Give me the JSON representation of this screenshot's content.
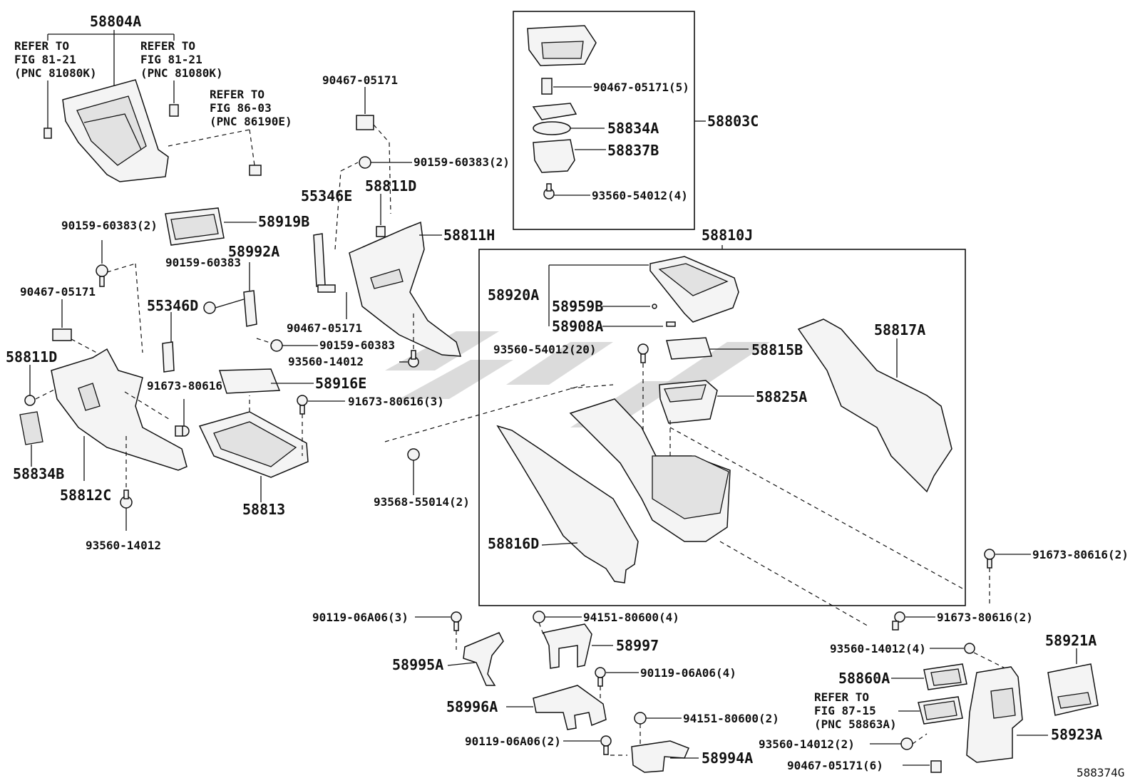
{
  "diagram": {
    "drawing_number": "588374G",
    "group_labels": [
      {
        "key": "g_58804A",
        "text": "58804A"
      },
      {
        "key": "g_58803C",
        "text": "58803C"
      },
      {
        "key": "g_58810J",
        "text": "58810J"
      }
    ],
    "references": [
      {
        "key": "ref1",
        "lines": [
          "REFER TO",
          "FIG 81-21",
          "(PNC 81080K)"
        ]
      },
      {
        "key": "ref2",
        "lines": [
          "REFER TO",
          "FIG 81-21",
          "(PNC 81080K)"
        ]
      },
      {
        "key": "ref3",
        "lines": [
          "REFER TO",
          "FIG 86-03",
          "(PNC 86190E)"
        ]
      },
      {
        "key": "ref4",
        "lines": [
          "REFER TO",
          "FIG 87-15",
          "(PNC 58863A)"
        ]
      }
    ],
    "callouts": [
      {
        "key": "c_90467_05171_a",
        "text": "90467-05171"
      },
      {
        "key": "c_90159_60383_2a",
        "text": "90159-60383(2)"
      },
      {
        "key": "c_58811D_a",
        "text": "58811D"
      },
      {
        "key": "c_55346E",
        "text": "55346E"
      },
      {
        "key": "c_58811H",
        "text": "58811H"
      },
      {
        "key": "c_90159_60383_2b",
        "text": "90159-60383(2)"
      },
      {
        "key": "c_58919B",
        "text": "58919B"
      },
      {
        "key": "c_90159_60383_a",
        "text": "90159-60383"
      },
      {
        "key": "c_58992A",
        "text": "58992A"
      },
      {
        "key": "c_90467_05171_b",
        "text": "90467-05171"
      },
      {
        "key": "c_55346D",
        "text": "55346D"
      },
      {
        "key": "c_90467_05171_c",
        "text": "90467-05171"
      },
      {
        "key": "c_90159_60383_b",
        "text": "90159-60383"
      },
      {
        "key": "c_93560_14012_a",
        "text": "93560-14012"
      },
      {
        "key": "c_58811D_b",
        "text": "58811D"
      },
      {
        "key": "c_91673_80616_a",
        "text": "91673-80616"
      },
      {
        "key": "c_58916E",
        "text": "58916E"
      },
      {
        "key": "c_91673_80616_3",
        "text": "91673-80616(3)"
      },
      {
        "key": "c_58834B",
        "text": "58834B"
      },
      {
        "key": "c_58812C",
        "text": "58812C"
      },
      {
        "key": "c_58813",
        "text": "58813"
      },
      {
        "key": "c_93568_55014_2",
        "text": "93568-55014(2)"
      },
      {
        "key": "c_93560_14012_b",
        "text": "93560-14012"
      },
      {
        "key": "c_90467_05171_5",
        "text": "90467-05171(5)"
      },
      {
        "key": "c_58834A",
        "text": "58834A"
      },
      {
        "key": "c_58837B",
        "text": "58837B"
      },
      {
        "key": "c_93560_54012_4",
        "text": "93560-54012(4)"
      },
      {
        "key": "c_58920A",
        "text": "58920A"
      },
      {
        "key": "c_58959B",
        "text": "58959B"
      },
      {
        "key": "c_58908A",
        "text": "58908A"
      },
      {
        "key": "c_93560_54012_20",
        "text": "93560-54012(20)"
      },
      {
        "key": "c_58815B",
        "text": "58815B"
      },
      {
        "key": "c_58825A",
        "text": "58825A"
      },
      {
        "key": "c_58817A",
        "text": "58817A"
      },
      {
        "key": "c_58816D",
        "text": "58816D"
      },
      {
        "key": "c_91673_80616_2a",
        "text": "91673-80616(2)"
      },
      {
        "key": "c_91673_80616_2b",
        "text": "91673-80616(2)"
      },
      {
        "key": "c_90119_06A06_3",
        "text": "90119-06A06(3)"
      },
      {
        "key": "c_94151_80600_4",
        "text": "94151-80600(4)"
      },
      {
        "key": "c_58997",
        "text": "58997"
      },
      {
        "key": "c_58995A",
        "text": "58995A"
      },
      {
        "key": "c_90119_06A06_4",
        "text": "90119-06A06(4)"
      },
      {
        "key": "c_58996A",
        "text": "58996A"
      },
      {
        "key": "c_94151_80600_2",
        "text": "94151-80600(2)"
      },
      {
        "key": "c_90119_06A06_2",
        "text": "90119-06A06(2)"
      },
      {
        "key": "c_58994A",
        "text": "58994A"
      },
      {
        "key": "c_93560_14012_4",
        "text": "93560-14012(4)"
      },
      {
        "key": "c_58921A",
        "text": "58921A"
      },
      {
        "key": "c_58860A",
        "text": "58860A"
      },
      {
        "key": "c_58923A",
        "text": "58923A"
      },
      {
        "key": "c_93560_14012_2",
        "text": "93560-14012(2)"
      },
      {
        "key": "c_90467_05171_6",
        "text": "90467-05171(6)"
      }
    ]
  }
}
